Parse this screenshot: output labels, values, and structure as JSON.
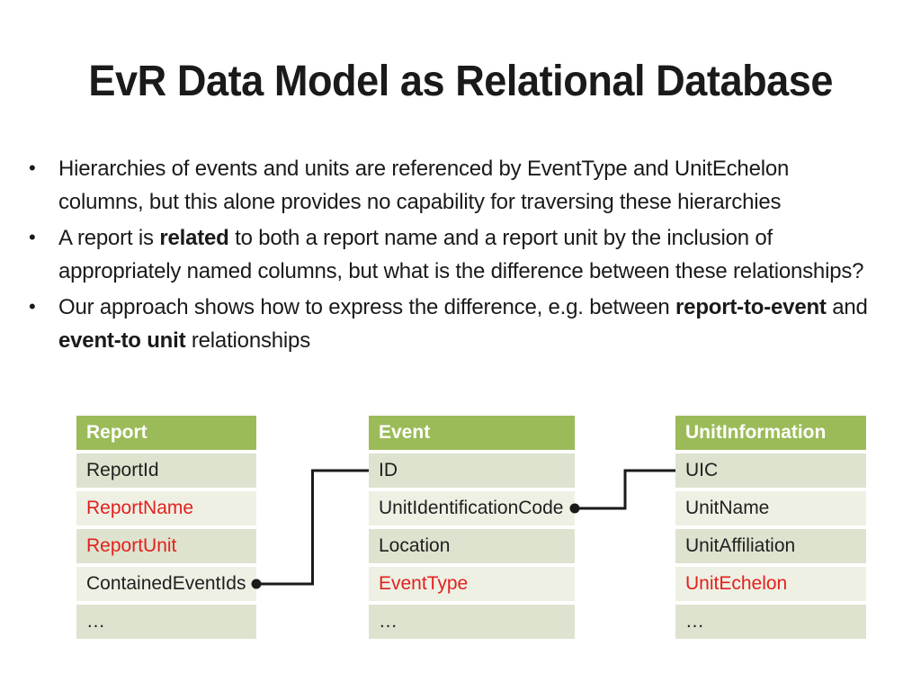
{
  "title": "EvR Data Model as Relational Database",
  "bullets": [
    {
      "segments": [
        {
          "text": "Hierarchies of events and units are referenced by EventType and UnitEchelon columns, but this alone provides no capability for traversing these hierarchies",
          "bold": false
        }
      ]
    },
    {
      "segments": [
        {
          "text": "A report is ",
          "bold": false
        },
        {
          "text": "related",
          "bold": true
        },
        {
          "text": " to both a report name and a report unit by the inclusion of appropriately named columns, but what is the difference between these relationships?",
          "bold": false
        }
      ]
    },
    {
      "segments": [
        {
          "text": "Our approach shows how to express the difference, e.g. between ",
          "bold": false
        },
        {
          "text": "report-to-event",
          "bold": true
        },
        {
          "text": " and ",
          "bold": false
        },
        {
          "text": "event-to unit",
          "bold": true
        },
        {
          "text": " relationships",
          "bold": false
        }
      ]
    }
  ],
  "tables": [
    {
      "name": "Report",
      "rows": [
        {
          "label": "ReportId",
          "highlight": false
        },
        {
          "label": "ReportName",
          "highlight": true
        },
        {
          "label": "ReportUnit",
          "highlight": true
        },
        {
          "label": "ContainedEventIds",
          "highlight": false
        },
        {
          "label": "…",
          "highlight": false
        }
      ]
    },
    {
      "name": "Event",
      "rows": [
        {
          "label": "ID",
          "highlight": false
        },
        {
          "label": "UnitIdentificationCode",
          "highlight": false
        },
        {
          "label": "Location",
          "highlight": false
        },
        {
          "label": "EventType",
          "highlight": true
        },
        {
          "label": "…",
          "highlight": false
        }
      ]
    },
    {
      "name": "UnitInformation",
      "rows": [
        {
          "label": "UIC",
          "highlight": false
        },
        {
          "label": "UnitName",
          "highlight": false
        },
        {
          "label": "UnitAffiliation",
          "highlight": false
        },
        {
          "label": "UnitEchelon",
          "highlight": true
        },
        {
          "label": "…",
          "highlight": false
        }
      ]
    }
  ],
  "connections": [
    {
      "from": "Report.ContainedEventIds",
      "to": "Event.ID"
    },
    {
      "from": "Event.UnitIdentificationCode",
      "to": "UnitInformation.UIC"
    }
  ],
  "colors": {
    "table_header_bg": "#9bbb59",
    "table_header_text": "#ffffff",
    "row_odd_bg": "#dde3ce",
    "row_even_bg": "#eef0e4",
    "highlight_text": "#e3201e",
    "body_text": "#1a1a1a",
    "connector": "#1a1a1a"
  }
}
